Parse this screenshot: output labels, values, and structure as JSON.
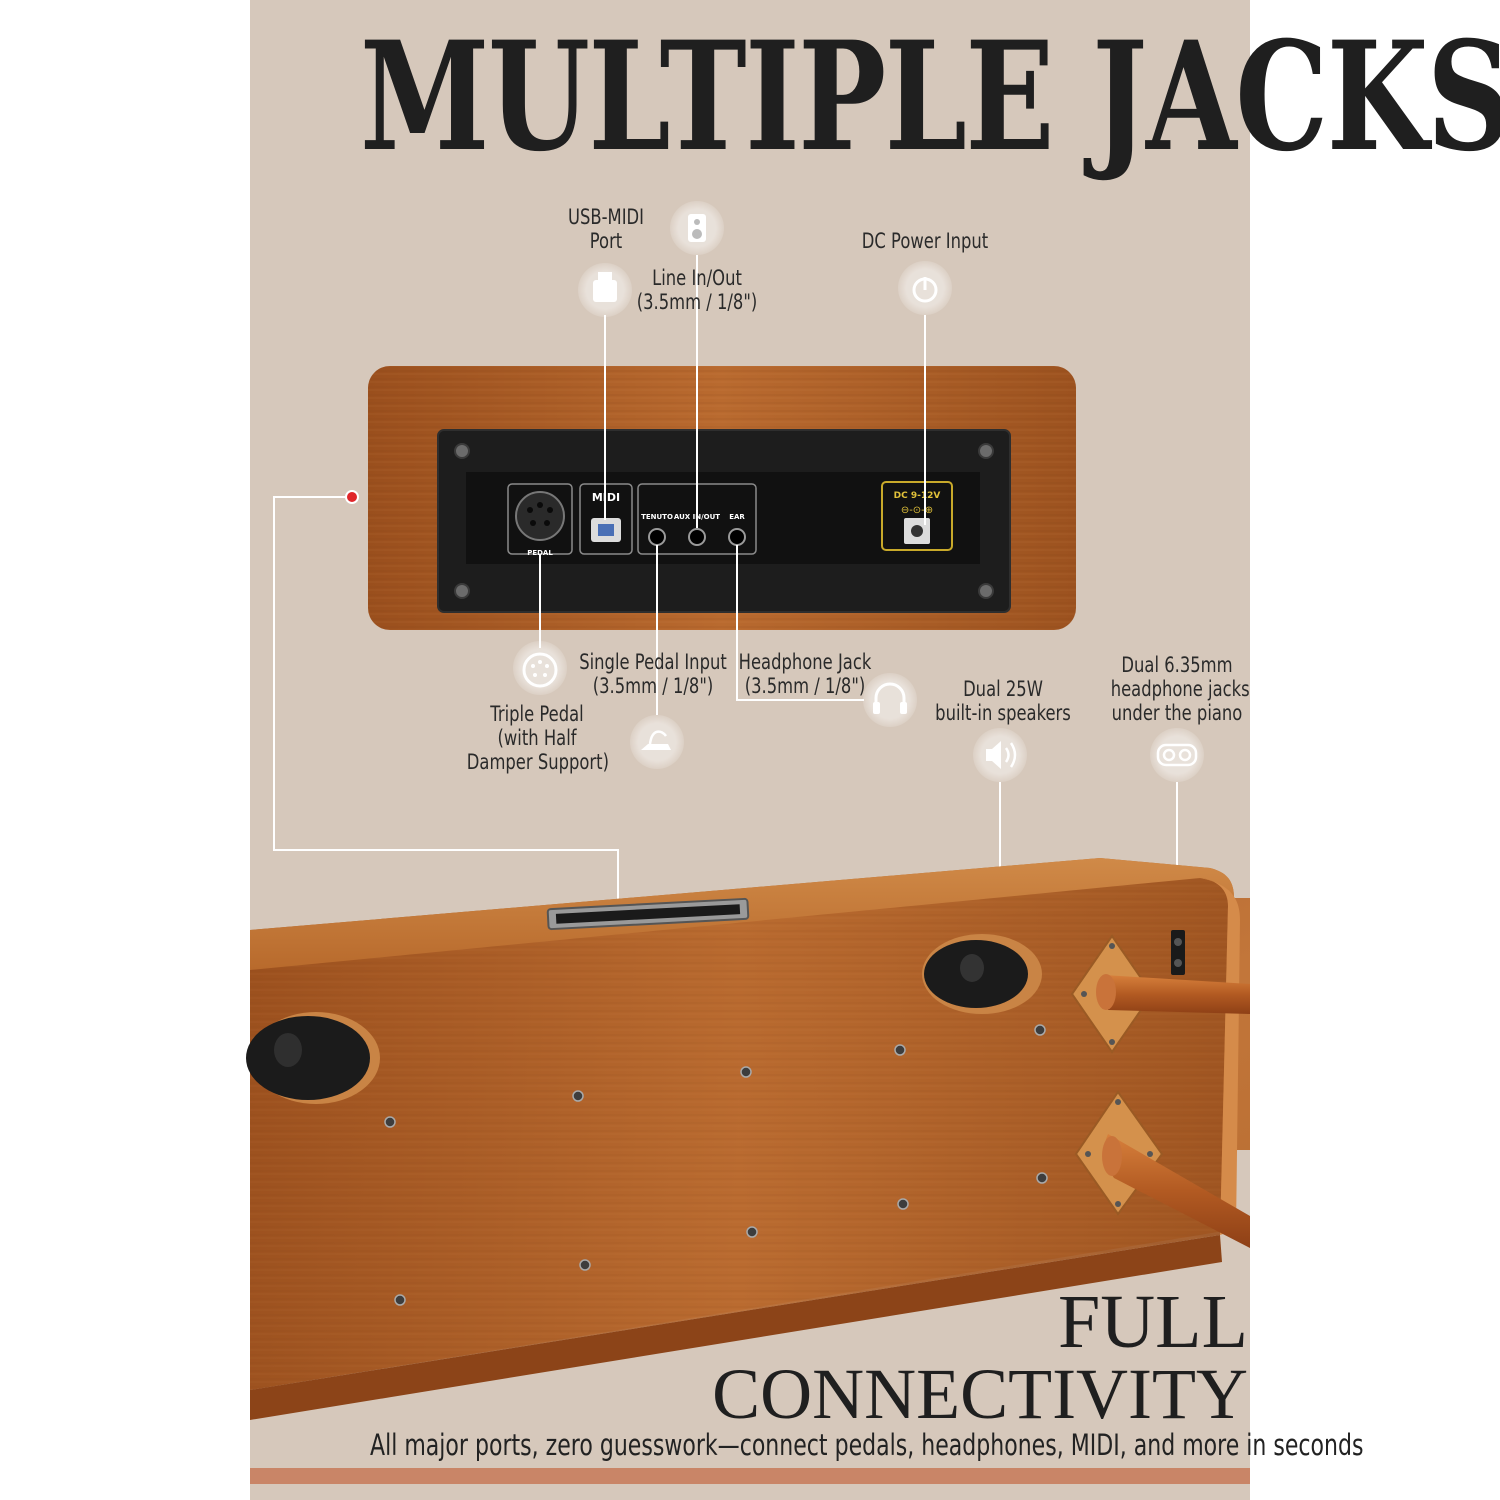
{
  "headline": "MULTIPLE JACKS",
  "callouts": {
    "usb_midi": [
      "USB-MIDI",
      "Port"
    ],
    "line_in_out": [
      "Line In/Out",
      "(3.5mm / 1/8\")"
    ],
    "dc_power": [
      "DC Power Input"
    ],
    "single_pedal": [
      "Single Pedal Input",
      "(3.5mm / 1/8\")"
    ],
    "headphone_jack": [
      "Headphone Jack",
      "(3.5mm / 1/8\")"
    ],
    "triple_pedal": [
      "Triple Pedal",
      "(with Half",
      "Damper Support)"
    ],
    "speakers": [
      "Dual 25W",
      "built-in speakers"
    ],
    "dual_headphone": [
      "Dual 6.35mm",
      "headphone jacks",
      "under the piano"
    ]
  },
  "panel_labels": {
    "pedal": "PEDAL",
    "midi": "MIDI",
    "tenuto": "TENUTO",
    "aux": "AUX IN/OUT",
    "ear": "EAR",
    "dc": "DC 9-12V"
  },
  "footer": {
    "line1": "FULL",
    "line2": "CONNECTIVITY",
    "tagline": "All major ports, zero guesswork—connect pedals, headphones, MIDI, and more in seconds"
  },
  "colors": {
    "background": "#d6c8bb",
    "wood": "#b4652a",
    "panel": "#1c1c1c",
    "accent_red": "#e0262a",
    "accent_bar": "#c98567"
  }
}
